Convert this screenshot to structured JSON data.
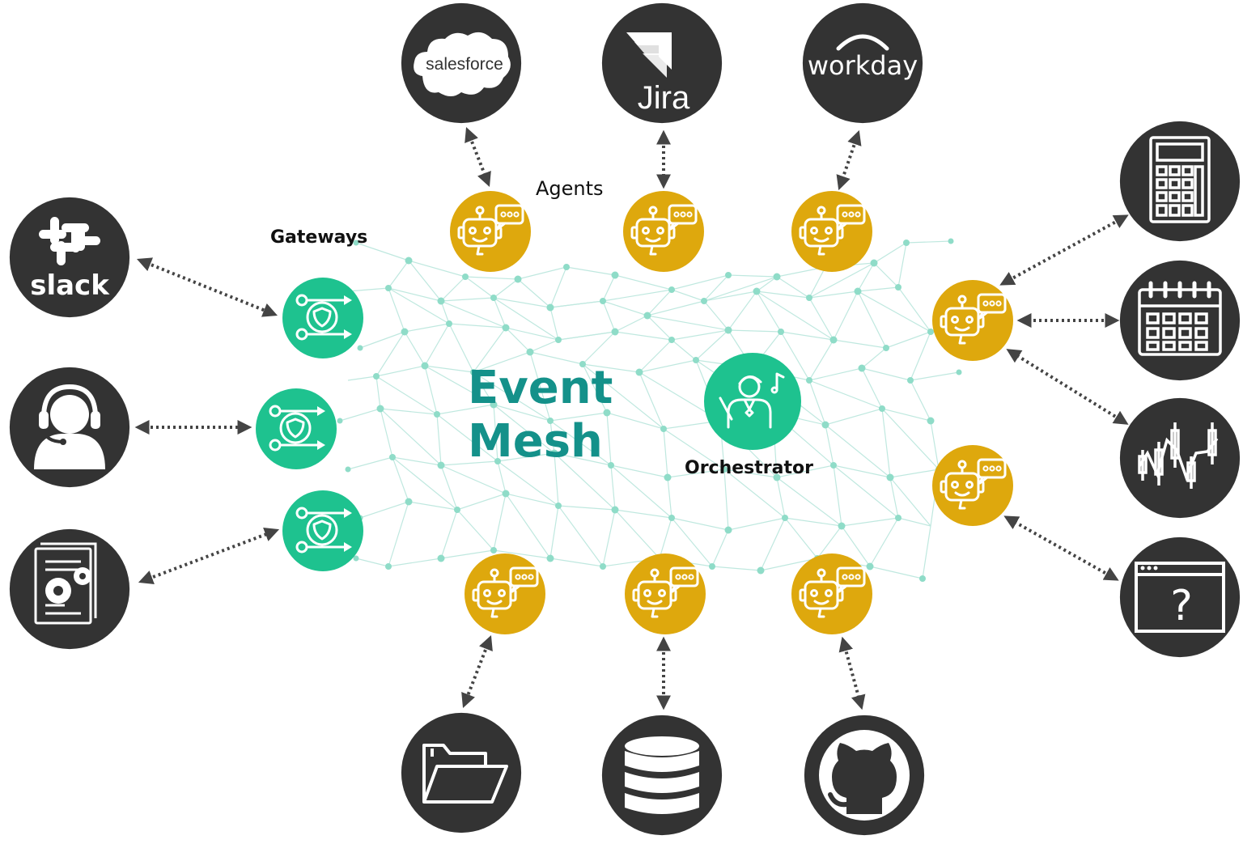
{
  "labels": {
    "gateways": "Gateways",
    "agents": "Agents",
    "event": "Event",
    "mesh": "Mesh",
    "orchestrator": "Orchestrator"
  },
  "logos": {
    "salesforce": "salesforce",
    "jira": "Jira",
    "workday": "workday",
    "slack": "slack"
  },
  "systems": {
    "top": [
      "salesforce",
      "jira",
      "workday"
    ],
    "left": [
      "slack",
      "headset-support-user",
      "document-gears"
    ],
    "right": [
      "calculator",
      "calendar",
      "candlestick-chart",
      "unknown-window"
    ],
    "bottom": [
      "folder",
      "database",
      "github"
    ]
  },
  "icons": {
    "agent": "robot-chat-icon",
    "gateway": "shield-routing-icon",
    "orchestrator": "conductor-icon"
  },
  "colors": {
    "system_circle": "#333333",
    "agent": "#dea80d",
    "gateway": "#1ec28f",
    "mesh_lines": "#bfe8df",
    "mesh_nodes": "#8fdcc8",
    "title": "#14918a",
    "arrow": "#444444"
  }
}
